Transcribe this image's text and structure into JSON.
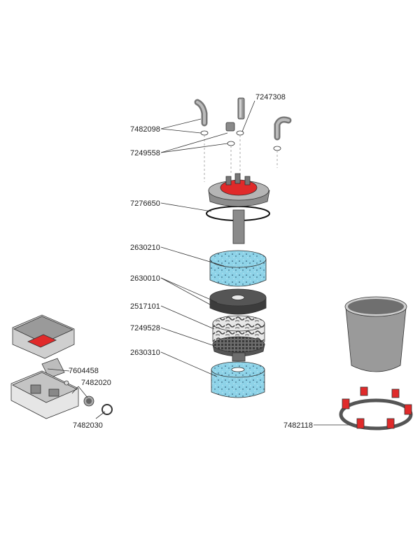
{
  "colors": {
    "accent_red": "#e02a2a",
    "sponge_blue": "#8ed3e8",
    "dark_grey": "#4a4a4a",
    "mid_grey": "#9a9a9a",
    "light_grey": "#cfcfcf"
  },
  "parts": [
    {
      "id": "7247308",
      "name": "part-7247308"
    },
    {
      "id": "7482098",
      "name": "part-7482098"
    },
    {
      "id": "7249558",
      "name": "part-7249558"
    },
    {
      "id": "7276650",
      "name": "part-7276650"
    },
    {
      "id": "2630210",
      "name": "part-2630210"
    },
    {
      "id": "2630010",
      "name": "part-2630010"
    },
    {
      "id": "2517101",
      "name": "part-2517101"
    },
    {
      "id": "7249528",
      "name": "part-7249528"
    },
    {
      "id": "2630310",
      "name": "part-2630310"
    },
    {
      "id": "7604458",
      "name": "part-7604458"
    },
    {
      "id": "7482020",
      "name": "part-7482020"
    },
    {
      "id": "7482030",
      "name": "part-7482030"
    },
    {
      "id": "7482118",
      "name": "part-7482118"
    }
  ]
}
